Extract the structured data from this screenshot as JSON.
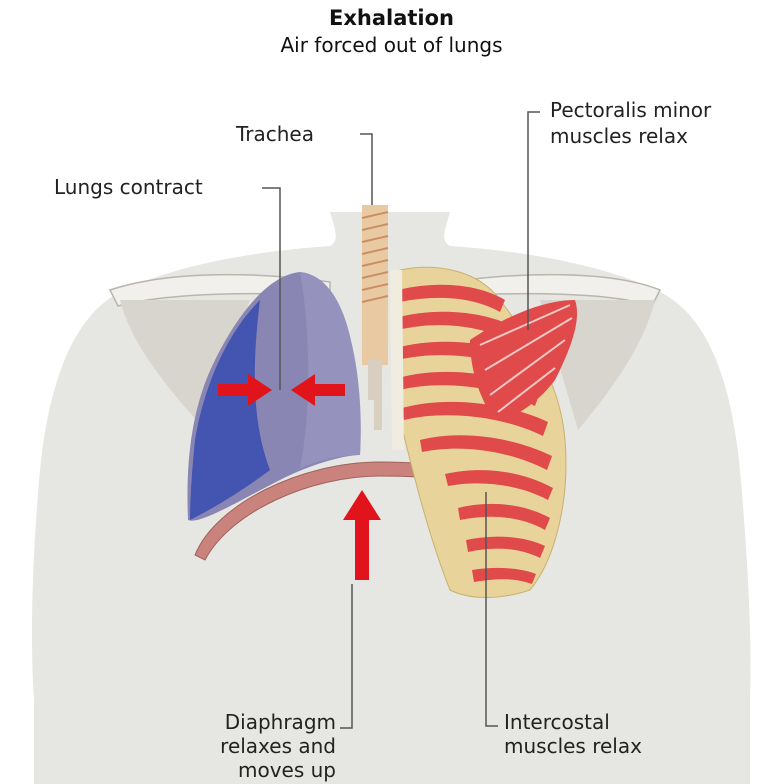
{
  "title": "Exhalation",
  "subtitle": "Air forced out of lungs",
  "labels": {
    "trachea": "Trachea",
    "lungs": "Lungs contract",
    "pectoralis": [
      "Pectoralis minor",
      "muscles relax"
    ],
    "diaphragm": [
      "Diaphragm",
      "relaxes and",
      "moves up"
    ],
    "intercostal": [
      "Intercostal",
      "muscles relax"
    ]
  },
  "colors": {
    "body": "#e6e6e3",
    "lung_dark": "#3b4fb0",
    "lung_light": "#8a86b4",
    "muscle": "#e04a4a",
    "rib": "#e8d49a",
    "arrow": "#e0141a",
    "diaphragm": "#c9837c",
    "leader": "#555555"
  }
}
